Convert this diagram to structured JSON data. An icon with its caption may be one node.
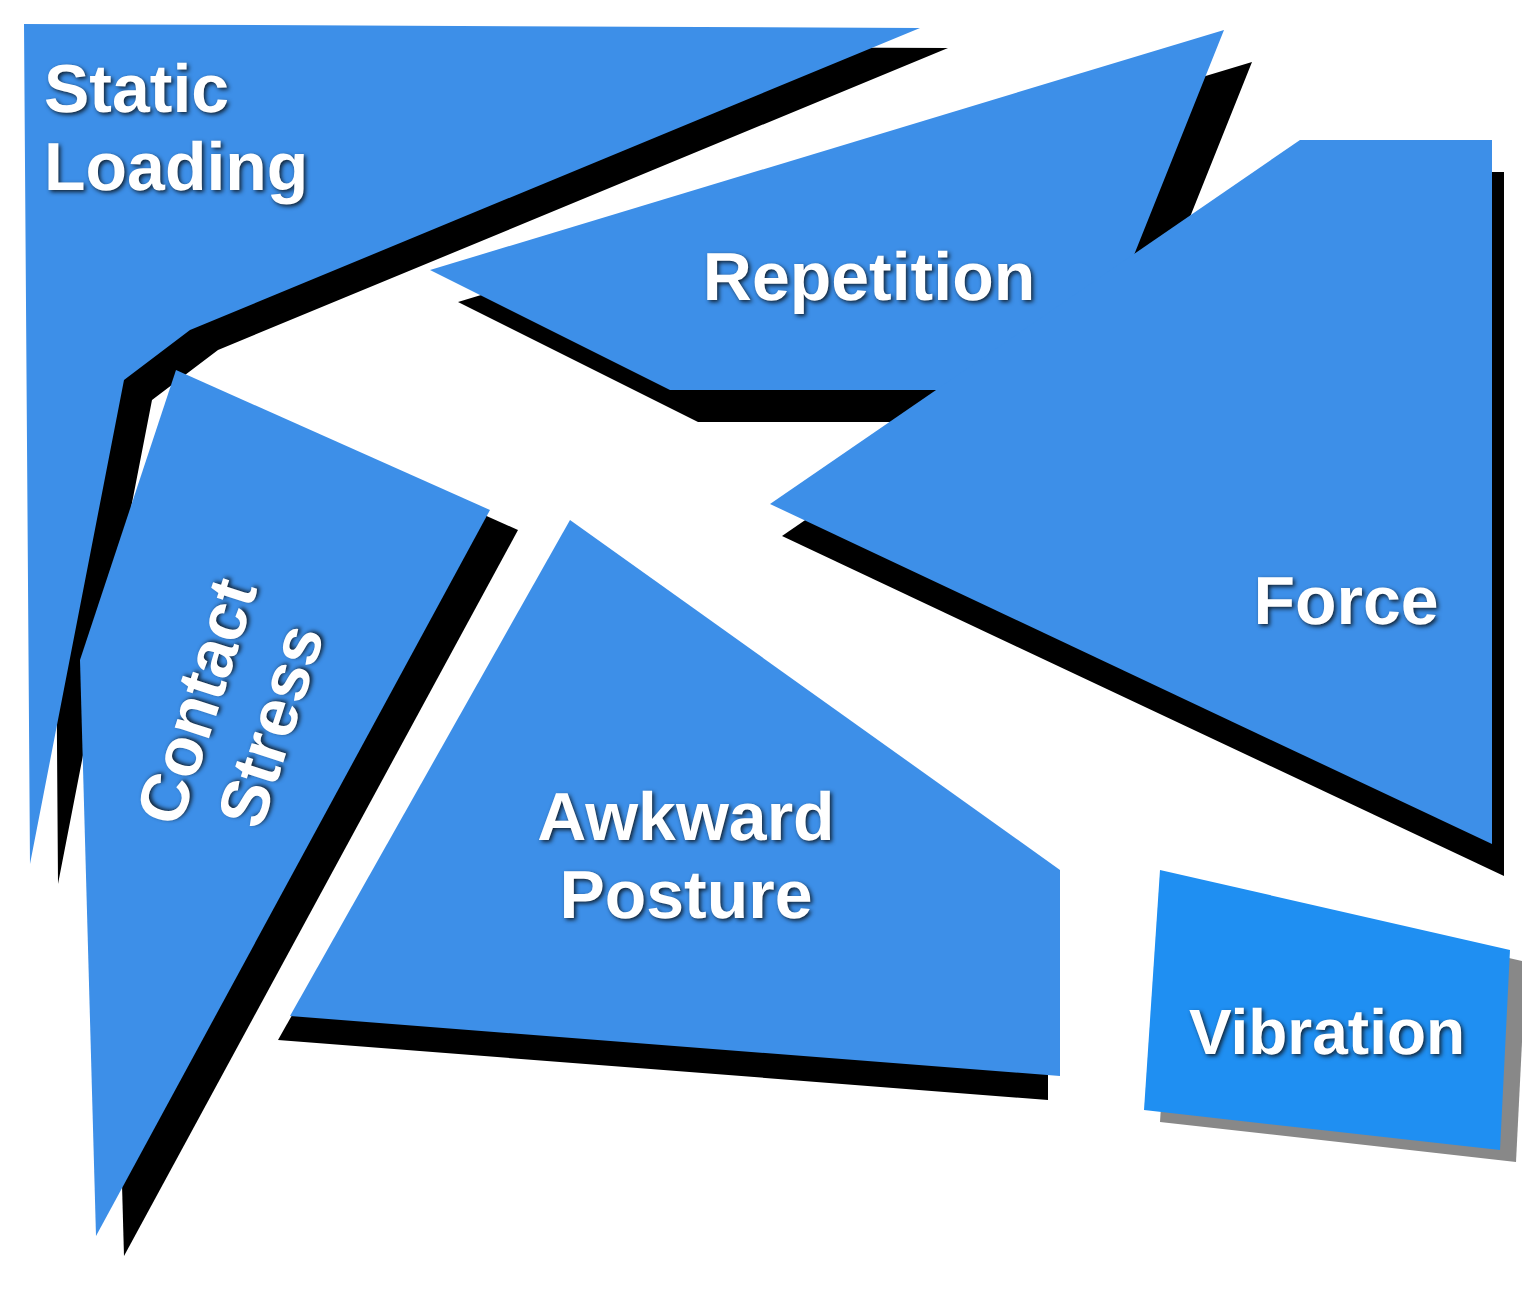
{
  "diagram": {
    "nodes": [
      {
        "text": [
          "Static Loading"
        ]
      },
      {
        "text": [
          "Repetition"
        ]
      },
      {
        "text": [
          "Force"
        ]
      },
      {
        "text": [
          "Contact Stress"
        ]
      },
      {
        "text": [
          "Awkward Posture"
        ]
      },
      {
        "text": [
          "Vibration"
        ]
      }
    ]
  }
}
